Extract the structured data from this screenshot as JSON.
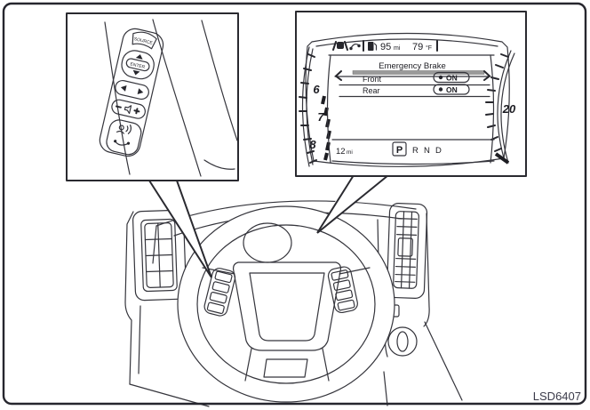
{
  "figure": {
    "code": "LSD6407"
  },
  "steering_controls": {
    "source_label": "SOURCE",
    "enter_label": "ENTER",
    "icons": [
      "up-arrow",
      "down-arrow",
      "left-arrow",
      "right-arrow",
      "volume-minus",
      "speaker",
      "volume-plus",
      "voice-command",
      "phone-handset"
    ]
  },
  "cluster": {
    "status": {
      "range_value": "95",
      "range_unit": "mi",
      "temp_value": "79",
      "temp_unit": "°F"
    },
    "menu_title": "Emergency Brake",
    "settings": [
      {
        "label": "Front",
        "value": "ON"
      },
      {
        "label": "Rear",
        "value": "ON"
      }
    ],
    "tach_labels": [
      "6",
      "7",
      "8"
    ],
    "speed_label": "20",
    "trip": {
      "value": "12",
      "unit": "mi"
    },
    "gear": {
      "park": "P",
      "reverse": "R",
      "neutral": "N",
      "drive": "D"
    }
  },
  "colors": {
    "line": "#35353c",
    "menu_bar": "#9a9a9a",
    "ink": "#1c1c22"
  }
}
